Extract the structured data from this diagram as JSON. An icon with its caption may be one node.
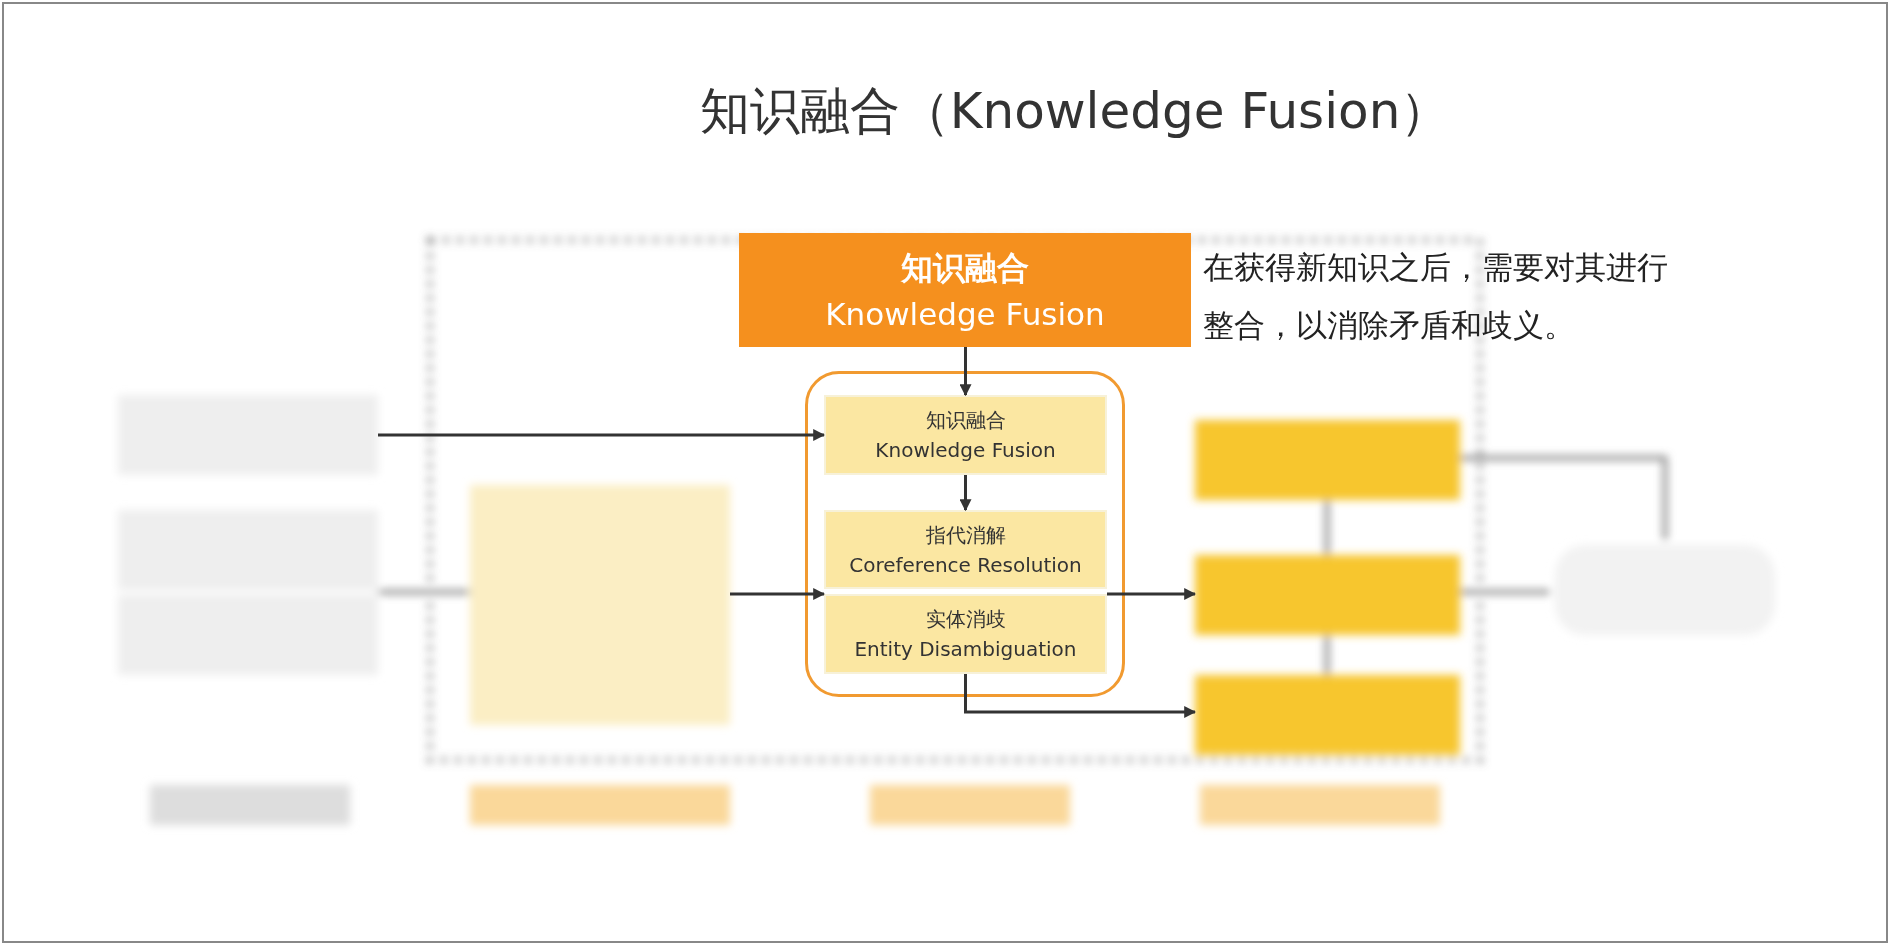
{
  "diagram": {
    "title": "知识融合（Knowledge Fusion）",
    "nodes": [
      {
        "text": [
          "知识融合",
          "Knowledge Fusion"
        ],
        "beside": [
          "在获得新知识之后，需要对其进行整合，以消除矛盾和歧义。"
        ]
      },
      {
        "text": [],
        "shape": "box"
      },
      {
        "text": [
          "知识融合",
          "Knowledge Fusion"
        ],
        "in": 1
      },
      {
        "text": [
          "指代消解",
          "Coreference Resolution"
        ],
        "in": 1
      },
      {
        "text": [
          "实体消歧",
          "Entity Disambiguation"
        ],
        "in": 1
      }
    ],
    "edges": [
      {
        "from": 0,
        "to": 2,
        "arrow": "to"
      },
      {
        "from": 2,
        "to": 3,
        "arrow": "to"
      },
      {
        "from": null,
        "to": 2,
        "arrow": "to"
      },
      {
        "from": null,
        "to": 4,
        "arrow": "to"
      },
      {
        "from": 4,
        "to": null,
        "arrow": "to"
      },
      {
        "from": 4,
        "to": null,
        "arrow": "to"
      }
    ]
  }
}
